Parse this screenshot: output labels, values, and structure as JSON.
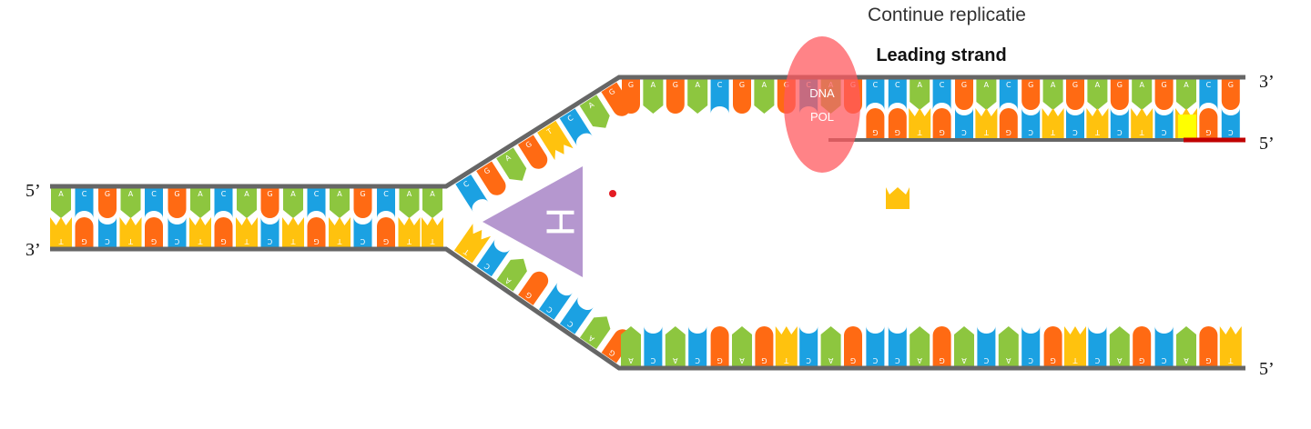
{
  "title": "Continue replicatie",
  "leading_strand_label": "Leading strand",
  "end_labels": {
    "left_top": "5’",
    "left_bottom": "3’",
    "right_top": "3’",
    "right_middle": "5’",
    "right_bottom": "5’"
  },
  "helicase": {
    "letter": "H",
    "color": "#b597cf"
  },
  "polymerase": {
    "line1": "DNA",
    "line2": "POL",
    "color": "#ff5a5f"
  },
  "colors": {
    "backbone": "#666666",
    "orange": "#ff6a13",
    "green": "#8dc63f",
    "yellow": "#ffc20e",
    "blue": "#1ba1e2",
    "primer": "#c00000",
    "primer_nucleotide": "#ffff00"
  },
  "sequences": {
    "parental_top": "ACGACGACAGACAGCA",
    "leading_template": "GAGACGAGCAGCCACGACGAGA",
    "leading_new": "CGTGCTGTCGTCGTCTG",
    "lagging_template": "ACACGAGTCAGCCAGACACGTCAGCAGTCAC"
  }
}
